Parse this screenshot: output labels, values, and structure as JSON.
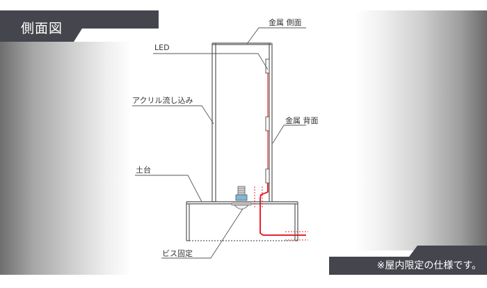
{
  "header": {
    "title": "側面図"
  },
  "footer_note": "※屋内限定の仕様です。",
  "labels": {
    "metal_side": "金属 側面",
    "led": "LED",
    "acrylic": "アクリル流し込み",
    "metal_back": "金属 背面",
    "base": "土台",
    "screw": "ビス固定"
  },
  "colors": {
    "banner": "#45454d",
    "led_wire": "#e8222a",
    "nut": "#7fb7d9",
    "line": "#555555"
  }
}
